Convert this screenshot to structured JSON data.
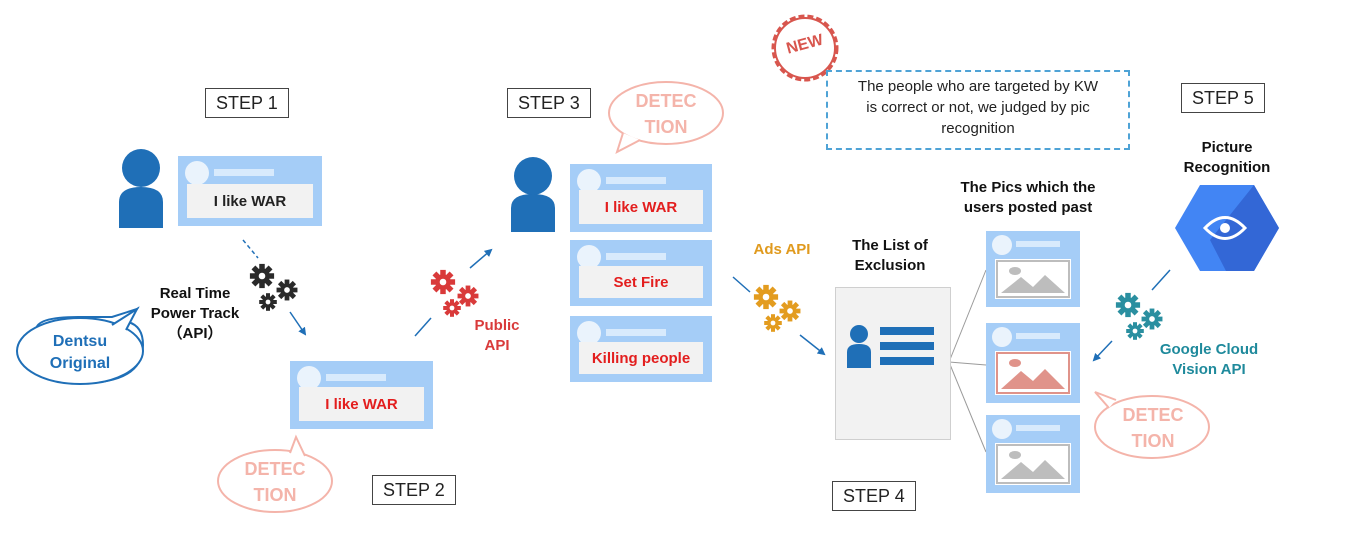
{
  "steps": {
    "step1": "STEP 1",
    "step2": "STEP 2",
    "step3": "STEP 3",
    "step4": "STEP 4",
    "step5": "STEP 5"
  },
  "posts": {
    "step1_post": "I like WAR",
    "step2_post": "I like WAR",
    "step3_post1": "I like WAR",
    "step3_post2": "Set Fire",
    "step3_post3": "Killing people"
  },
  "labels": {
    "real_time": [
      "Real Time",
      "Power Track",
      "（API）"
    ],
    "public_api": [
      "Public",
      "API"
    ],
    "ads_api": "Ads API",
    "list_of_exclusion": [
      "The List of",
      "Exclusion"
    ],
    "pics_posted": [
      "The Pics which the",
      "users posted past"
    ],
    "picture_recognition": [
      "Picture",
      "Recognition"
    ],
    "google_cloud": [
      "Google Cloud",
      "Vision API"
    ]
  },
  "bubbles": {
    "dentsu": [
      "Dentsu",
      "Original"
    ],
    "detection": [
      "DETEC",
      "TION"
    ],
    "new_badge": "NEW"
  },
  "note": {
    "text": [
      "The people who are targeted by KW",
      "is correct or not, we judged by pic",
      "recognition"
    ]
  },
  "colors": {
    "accent_blue": "#1f6fb7",
    "post_blue": "#a5cdf7",
    "alert_red": "#e31e1e",
    "public_api_red": "#d93a3a",
    "ads_gold": "#e09a1e",
    "gear_dark": "#2a2a2a",
    "gear_gold": "#e39c1f",
    "gear_teal": "#2a8fa0",
    "detection_pink": "#f4b4aa",
    "new_red": "#d8564e",
    "google_teal": "#1f8a9c",
    "gcp_blue": "#4285f4"
  },
  "icons": [
    "user-icon",
    "gear-icon",
    "arrow-icon",
    "image-icon",
    "google-cloud-vision-icon",
    "list-icon"
  ]
}
